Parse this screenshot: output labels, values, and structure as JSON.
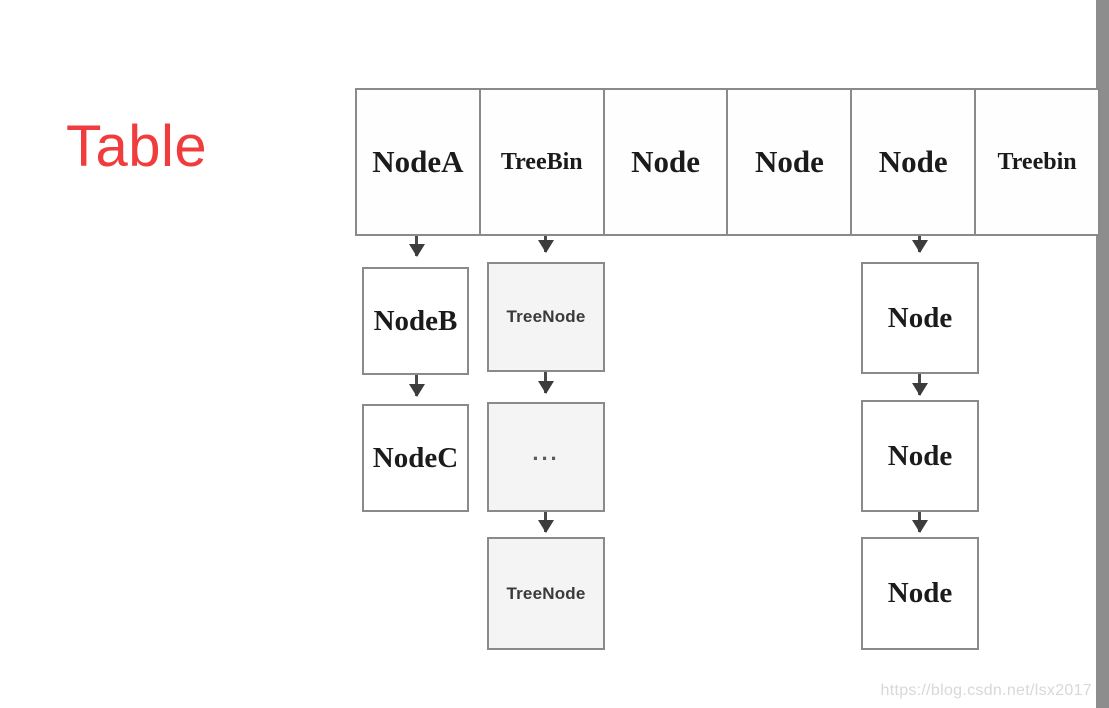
{
  "diagram": {
    "title_label": "Table",
    "title_color": "#f03c3c",
    "border_color": "#8a8a8a",
    "tree_fill_color": "#f4f4f4",
    "plain_fill_color": "#ffffff",
    "watermark": "https://blog.csdn.net/lsx2017"
  },
  "bucket_table": {
    "cells": [
      {
        "label": "NodeA",
        "size": "lg"
      },
      {
        "label": "TreeBin",
        "size": "sm"
      },
      {
        "label": "Node",
        "size": "lg"
      },
      {
        "label": "Node",
        "size": "lg"
      },
      {
        "label": "Node",
        "size": "lg"
      },
      {
        "label": "Treebin",
        "size": "sm"
      }
    ]
  },
  "chains": {
    "linked_list_chain": {
      "nodes": [
        {
          "label": "NodeB"
        },
        {
          "label": "NodeC"
        }
      ]
    },
    "tree_chain": {
      "nodes": [
        {
          "label": "TreeNode"
        },
        {
          "label": "..."
        },
        {
          "label": "TreeNode"
        }
      ]
    },
    "right_chain": {
      "nodes": [
        {
          "label": "Node"
        },
        {
          "label": "Node"
        },
        {
          "label": "Node"
        }
      ]
    }
  }
}
